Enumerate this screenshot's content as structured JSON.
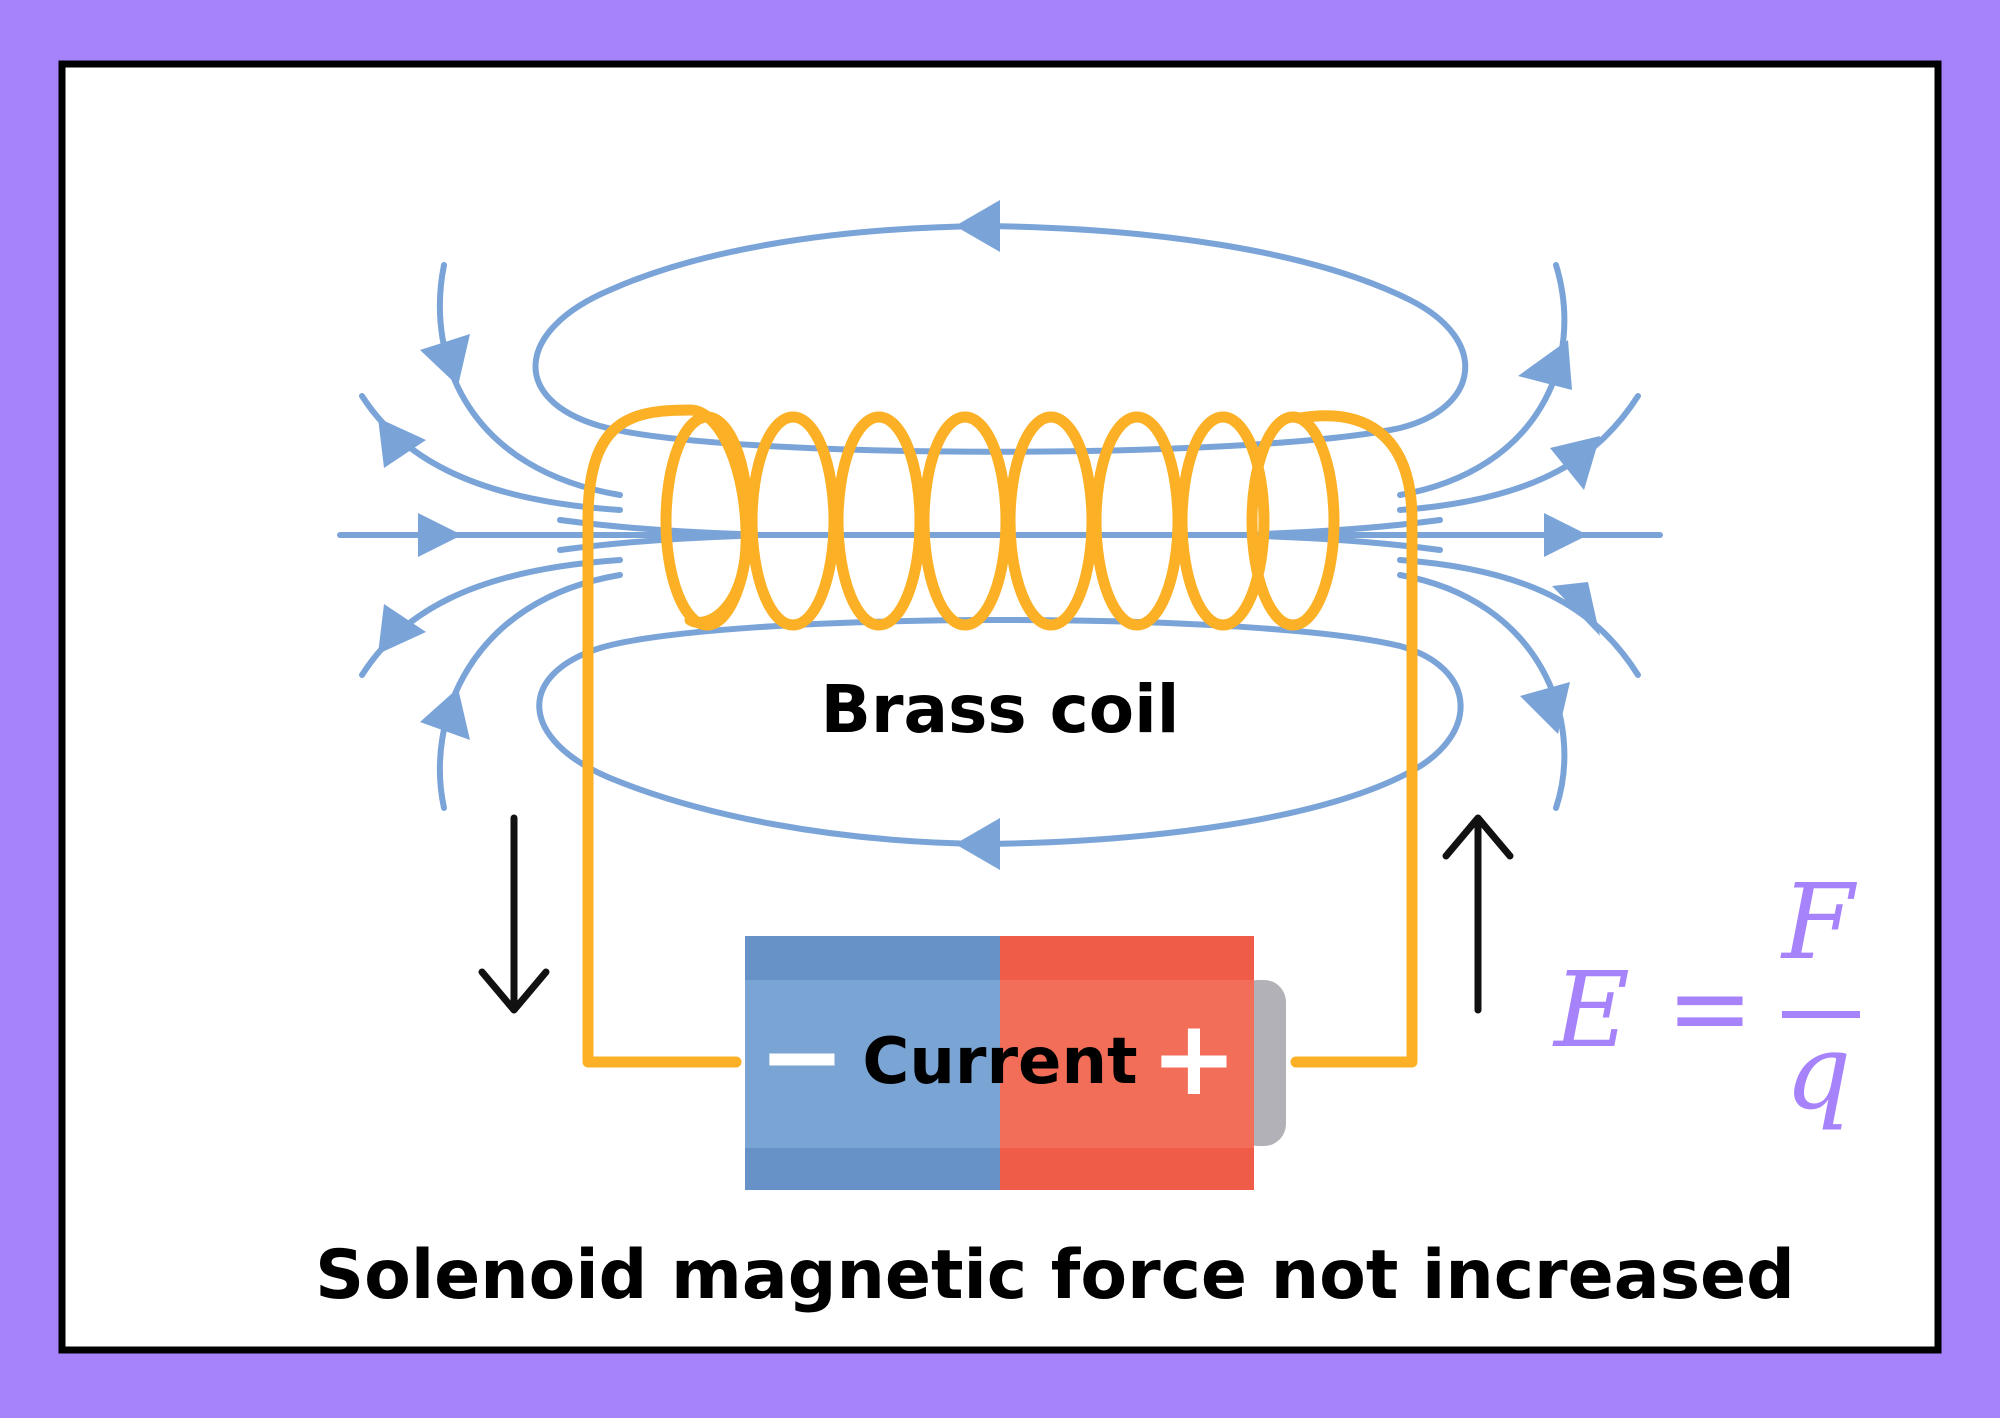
{
  "diagram": {
    "coil_label": "Brass coil",
    "battery_label": "Current",
    "minus_sign": "−",
    "plus_sign": "+",
    "caption": "Solenoid magnetic force not increased",
    "formula": {
      "lhs": "E",
      "equals": "=",
      "numerator": "F",
      "denominator": "q"
    }
  },
  "colors": {
    "background": "#a683fb",
    "panel": "#ffffff",
    "field_lines": "#7aa4d8",
    "coil": "#fbb025",
    "battery_negative": "#7aa4d4",
    "battery_positive": "#f26e58",
    "battery_cap": "#b3b1b8",
    "formula": "#a683fb"
  }
}
